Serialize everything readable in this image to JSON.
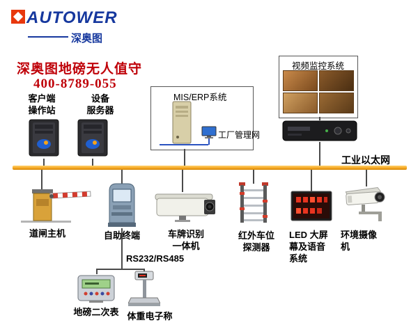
{
  "logo": {
    "brand": "AUTOWER",
    "subtitle": "深奥图",
    "brand_color": "#16389e",
    "accent_color": "#e8380d"
  },
  "header": {
    "headline": "深奥图地磅无人值守",
    "phone": "400-8789-055",
    "text_color": "#bf0008"
  },
  "top_nodes": {
    "client_workstation": {
      "label": "客户端\n操作站"
    },
    "device_server": {
      "label": "设备\n服务器"
    },
    "mis_erp": {
      "title": "MIS/ERP系统",
      "network_label": "工厂管理网"
    },
    "video": {
      "title": "视频监控系统"
    }
  },
  "bus": {
    "label": "工业以太网",
    "color": "#f5a623"
  },
  "field_nodes": [
    {
      "label": "道闸主机"
    },
    {
      "label": "自助终端"
    },
    {
      "label": "车牌识别\n一体机"
    },
    {
      "label": "红外车位\n探测器"
    },
    {
      "label": "LED 大屏\n幕及语音\n系统"
    },
    {
      "label": "环境摄像\n机"
    }
  ],
  "serial": {
    "label": "RS232/RS485",
    "devices": [
      {
        "label": "地磅二次表"
      },
      {
        "label": "体重电子称"
      }
    ]
  }
}
